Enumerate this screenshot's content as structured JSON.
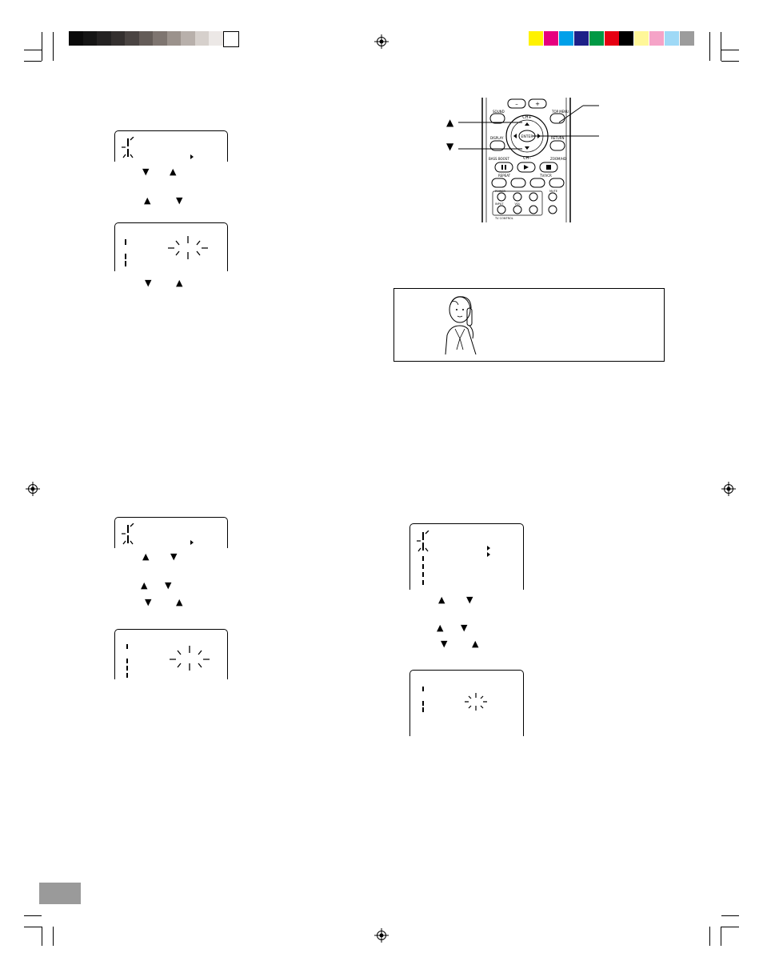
{
  "colors": {
    "grayscale_bar": [
      "#0a0a0a",
      "#151515",
      "#242222",
      "#34302f",
      "#4a4442",
      "#645c58",
      "#7e7570",
      "#9b928c",
      "#b8b0ab",
      "#d6d0cc",
      "#ece8e6",
      "#ffffff"
    ],
    "color_bar": [
      "#fff200",
      "#e6007e",
      "#00a0e9",
      "#1d2088",
      "#009944",
      "#e60012",
      "#000000",
      "#fff799",
      "#f5a3c7",
      "#9fd9f6",
      "#9c9c9c"
    ],
    "page_tab": "#9a9a9a"
  },
  "icons": {
    "registration_mark": "crosshair-circle-icon",
    "arrow_up": "▲",
    "arrow_down": "▼"
  },
  "remote": {
    "callout_up": "▲",
    "callout_down": "▼",
    "labels": {
      "sound": "SOUND",
      "ch_plus": "CH+",
      "ch_minus": "CH–",
      "enter": "ENTER",
      "top_menu": "TOP MENU",
      "display": "DISPLAY",
      "return": "RETURN",
      "bass_boost": "BASS BOOST",
      "zoom_hd": "ZOOM/HD",
      "repeat": "REPEAT",
      "tv_vcr": "TV/VCR",
      "power": "POWER",
      "input": "INPUT",
      "vol": "VOL",
      "mute": "MUTE",
      "tv_control": "TV CONTROL"
    }
  },
  "instructions": {
    "s1_a": [
      "▼",
      "▲"
    ],
    "s1_b": [
      "▲",
      "▼"
    ],
    "s1_c": [
      "▼",
      "▲"
    ],
    "s2_a": [
      "▲",
      "▼"
    ],
    "s2_b": [
      "▲",
      "▼"
    ],
    "s2_c": [
      "▼",
      "▲"
    ],
    "s3_a": [
      "▲",
      "▼"
    ],
    "s3_b": [
      "▲",
      "▼"
    ],
    "s3_c": [
      "▼",
      "▲"
    ]
  }
}
